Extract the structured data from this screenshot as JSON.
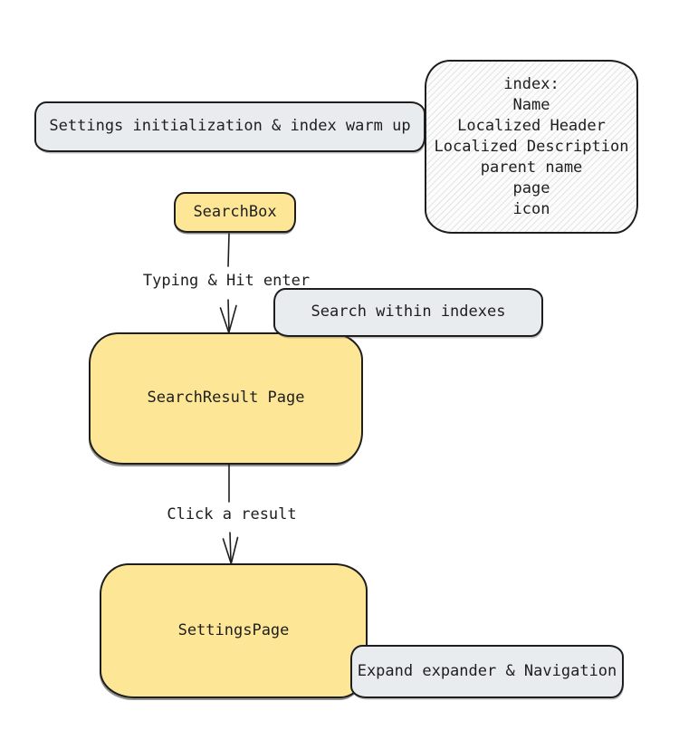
{
  "diagram": {
    "nodes": {
      "settings_init": {
        "label": "Settings initialization & index warm up"
      },
      "search_box": {
        "label": "SearchBox"
      },
      "search_within": {
        "label": "Search within indexes"
      },
      "search_result": {
        "label": "SearchResult Page"
      },
      "settings_page": {
        "label": "SettingsPage"
      },
      "expand_nav": {
        "label": "Expand expander & Navigation"
      }
    },
    "index_note": {
      "title": "index:",
      "fields": [
        "Name",
        "Localized Header",
        "Localized Description",
        "parent name",
        "page",
        "icon"
      ]
    },
    "edge_labels": {
      "typing": "Typing & Hit enter",
      "click": "Click a result"
    }
  },
  "colors": {
    "stroke": "#1e1e1e",
    "node_yellow": "#fde797",
    "node_gray": "#e9ecef",
    "note_background": "#fcfcfc",
    "note_hatch": "#e2e4e6"
  }
}
